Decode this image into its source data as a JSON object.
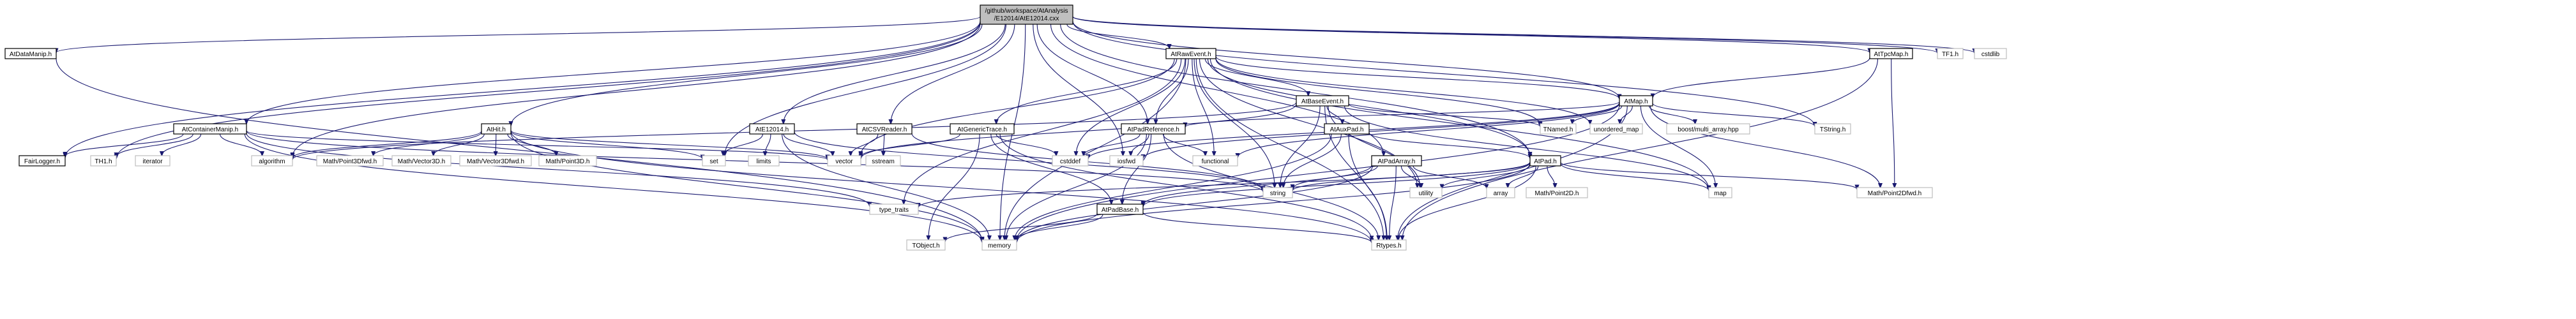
{
  "diagram": {
    "root": "AtE12014.cxx",
    "root_label_lines": [
      "/github/workspace/AtAnalysis",
      "/E12014/AtE12014.cxx"
    ],
    "nodes": {
      "root": "AtE12014.cxx",
      "AtRawEvent": "AtRawEvent.h",
      "AtTpcMap": "AtTpcMap.h",
      "TF1": "TF1.h",
      "cstdlib": "cstdlib",
      "AtDataManip": "AtDataManip.h",
      "AtBaseEvent": "AtBaseEvent.h",
      "AtMap": "AtMap.h",
      "AtContainerManip": "AtContainerManip.h",
      "AtHit": "AtHit.h",
      "AtE12014h": "AtE12014.h",
      "AtCSVReader": "AtCSVReader.h",
      "AtGenericTrace": "AtGenericTrace.h",
      "AtPadReference": "AtPadReference.h",
      "AtAuxPad": "AtAuxPad.h",
      "TNamed": "TNamed.h",
      "unordered_map": "unordered_map",
      "boost": "boost/multi_array.hpp",
      "TString": "TString.h",
      "FairLogger": "FairLogger.h",
      "TH1": "TH1.h",
      "iterator": "iterator",
      "algorithm": "algorithm",
      "MathPoint3Dfwd": "Math/Point3Dfwd.h",
      "MathVector3D": "Math/Vector3D.h",
      "MathVector3Dfwd": "Math/Vector3Dfwd.h",
      "MathPoint3D": "Math/Point3D.h",
      "set": "set",
      "limits": "limits",
      "vector": "vector",
      "sstream": "sstream",
      "cstddef": "cstddef",
      "iosfwd": "iosfwd",
      "functional": "functional",
      "AtPadArray": "AtPadArray.h",
      "AtPad": "AtPad.h",
      "string": "string",
      "utility": "utility",
      "array": "array",
      "MathPoint2D": "Math/Point2D.h",
      "map": "map",
      "MathPoint2Dfwd": "Math/Point2Dfwd.h",
      "type_traits": "type_traits",
      "AtPadBase": "AtPadBase.h",
      "TObject": "TObject.h",
      "memory": "memory",
      "Rtypes": "Rtypes.h"
    },
    "edges": [
      [
        "root",
        "AtRawEvent"
      ],
      [
        "root",
        "AtTpcMap"
      ],
      [
        "root",
        "TF1"
      ],
      [
        "root",
        "cstdlib"
      ],
      [
        "root",
        "AtDataManip"
      ],
      [
        "root",
        "AtContainerManip"
      ],
      [
        "root",
        "AtHit"
      ],
      [
        "root",
        "AtE12014h"
      ],
      [
        "root",
        "AtCSVReader"
      ],
      [
        "root",
        "AtPadReference"
      ],
      [
        "root",
        "AtPad"
      ],
      [
        "root",
        "AtMap"
      ],
      [
        "root",
        "FairLogger"
      ],
      [
        "root",
        "TH1"
      ],
      [
        "root",
        "algorithm"
      ],
      [
        "root",
        "set"
      ],
      [
        "root",
        "iosfwd"
      ],
      [
        "root",
        "TString"
      ],
      [
        "root",
        "memory"
      ],
      [
        "root",
        "AtPadArray"
      ],
      [
        "AtTpcMap",
        "AtMap"
      ],
      [
        "AtTpcMap",
        "Rtypes"
      ],
      [
        "AtTpcMap",
        "MathPoint2Dfwd"
      ],
      [
        "AtRawEvent",
        "AtBaseEvent"
      ],
      [
        "AtRawEvent",
        "AtGenericTrace"
      ],
      [
        "AtRawEvent",
        "AtPadReference"
      ],
      [
        "AtRawEvent",
        "AtMap"
      ],
      [
        "AtRawEvent",
        "AtPad"
      ],
      [
        "AtRawEvent",
        "vector"
      ],
      [
        "AtRawEvent",
        "type_traits"
      ],
      [
        "AtRawEvent",
        "memory"
      ],
      [
        "AtRawEvent",
        "string"
      ],
      [
        "AtRawEvent",
        "cstddef"
      ],
      [
        "AtRawEvent",
        "functional"
      ],
      [
        "AtRawEvent",
        "utility"
      ],
      [
        "AtRawEvent",
        "unordered_map"
      ],
      [
        "AtRawEvent",
        "map"
      ],
      [
        "AtRawEvent",
        "Rtypes"
      ],
      [
        "AtRawEvent",
        "TNamed"
      ],
      [
        "AtBaseEvent",
        "AtAuxPad"
      ],
      [
        "AtBaseEvent",
        "TNamed"
      ],
      [
        "AtBaseEvent",
        "string"
      ],
      [
        "AtBaseEvent",
        "map"
      ],
      [
        "AtBaseEvent",
        "utility"
      ],
      [
        "AtBaseEvent",
        "Rtypes"
      ],
      [
        "AtBaseEvent",
        "algorithm"
      ],
      [
        "AtBaseEvent",
        "vector"
      ],
      [
        "AtMap",
        "AtPadReference"
      ],
      [
        "AtMap",
        "TNamed"
      ],
      [
        "AtMap",
        "unordered_map"
      ],
      [
        "AtMap",
        "boost"
      ],
      [
        "AtMap",
        "TString"
      ],
      [
        "AtMap",
        "map"
      ],
      [
        "AtMap",
        "Rtypes"
      ],
      [
        "AtMap",
        "MathPoint2Dfwd"
      ],
      [
        "AtMap",
        "functional"
      ],
      [
        "AtMap",
        "iosfwd"
      ],
      [
        "AtMap",
        "memory"
      ],
      [
        "AtMap",
        "cstddef"
      ],
      [
        "AtContainerManip",
        "FairLogger"
      ],
      [
        "AtContainerManip",
        "TH1"
      ],
      [
        "AtContainerManip",
        "iterator"
      ],
      [
        "AtContainerManip",
        "algorithm"
      ],
      [
        "AtContainerManip",
        "vector"
      ],
      [
        "AtContainerManip",
        "type_traits"
      ],
      [
        "AtContainerManip",
        "memory"
      ],
      [
        "AtContainerManip",
        "string"
      ],
      [
        "AtHit",
        "MathPoint3Dfwd"
      ],
      [
        "AtHit",
        "MathVector3D"
      ],
      [
        "AtHit",
        "MathVector3Dfwd"
      ],
      [
        "AtHit",
        "MathPoint3D"
      ],
      [
        "AtHit",
        "vector"
      ],
      [
        "AtHit",
        "Rtypes"
      ],
      [
        "AtHit",
        "memory"
      ],
      [
        "AtHit",
        "algorithm"
      ],
      [
        "AtHit",
        "set"
      ],
      [
        "AtE12014h",
        "set"
      ],
      [
        "AtE12014h",
        "limits"
      ],
      [
        "AtE12014h",
        "vector"
      ],
      [
        "AtE12014h",
        "string"
      ],
      [
        "AtE12014h",
        "memory"
      ],
      [
        "AtCSVReader",
        "vector"
      ],
      [
        "AtCSVReader",
        "sstream"
      ],
      [
        "AtCSVReader",
        "string"
      ],
      [
        "AtGenericTrace",
        "cstddef"
      ],
      [
        "AtGenericTrace",
        "TObject"
      ],
      [
        "AtGenericTrace",
        "Rtypes"
      ],
      [
        "AtGenericTrace",
        "vector"
      ],
      [
        "AtGenericTrace",
        "AtPadBase"
      ],
      [
        "AtPadReference",
        "cstddef"
      ],
      [
        "AtPadReference",
        "iosfwd"
      ],
      [
        "AtPadReference",
        "functional"
      ],
      [
        "AtPadReference",
        "Rtypes"
      ],
      [
        "AtPadReference",
        "AtPadBase"
      ],
      [
        "AtPadReference",
        "memory"
      ],
      [
        "AtAuxPad",
        "AtPad"
      ],
      [
        "AtAuxPad",
        "string"
      ],
      [
        "AtAuxPad",
        "Rtypes"
      ],
      [
        "AtAuxPad",
        "memory"
      ],
      [
        "AtPadArray",
        "AtPadBase"
      ],
      [
        "AtPadArray",
        "array"
      ],
      [
        "AtPadArray",
        "utility"
      ],
      [
        "AtPadArray",
        "Rtypes"
      ],
      [
        "AtPadArray",
        "memory"
      ],
      [
        "AtPadArray",
        "string"
      ],
      [
        "AtPad",
        "AtPadBase"
      ],
      [
        "AtPad",
        "MathPoint2D"
      ],
      [
        "AtPad",
        "array"
      ],
      [
        "AtPad",
        "map"
      ],
      [
        "AtPad",
        "memory"
      ],
      [
        "AtPad",
        "string"
      ],
      [
        "AtPad",
        "utility"
      ],
      [
        "AtPad",
        "type_traits"
      ],
      [
        "AtPad",
        "Rtypes"
      ],
      [
        "AtPad",
        "MathPoint2Dfwd"
      ],
      [
        "AtPadBase",
        "TObject"
      ],
      [
        "AtPadBase",
        "Rtypes"
      ],
      [
        "AtPadBase",
        "memory"
      ],
      [
        "AtDataManip",
        "memory"
      ]
    ]
  }
}
